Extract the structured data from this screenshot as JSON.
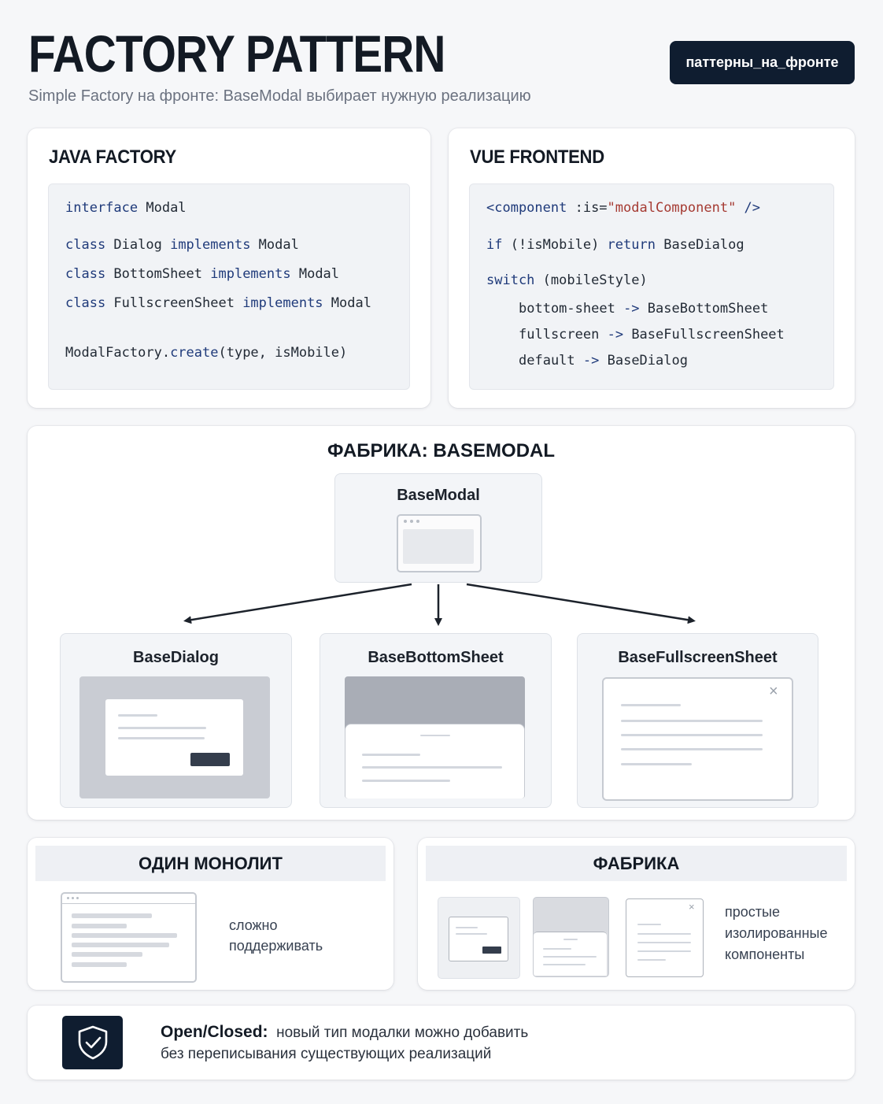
{
  "header": {
    "title": "FACTORY PATTERN",
    "subtitle": "Simple Factory на фронте: BaseModal выбирает нужную реализацию",
    "tag": "паттерны_на_фронте"
  },
  "java": {
    "heading": "JAVA FACTORY",
    "lines": [
      [
        {
          "t": "interface",
          "k": "kw"
        },
        {
          "t": " Modal"
        }
      ],
      [
        {
          "t": "class",
          "k": "kw"
        },
        {
          "t": " Dialog "
        },
        {
          "t": "implements",
          "k": "kw"
        },
        {
          "t": " Modal"
        }
      ],
      [
        {
          "t": "class",
          "k": "kw"
        },
        {
          "t": " BottomSheet "
        },
        {
          "t": "implements",
          "k": "kw"
        },
        {
          "t": " Modal"
        }
      ],
      [
        {
          "t": "class",
          "k": "kw"
        },
        {
          "t": " FullscreenSheet "
        },
        {
          "t": "implements",
          "k": "kw"
        },
        {
          "t": " Modal"
        }
      ],
      [
        {
          "t": "ModalFactory."
        },
        {
          "t": "create",
          "k": "kw"
        },
        {
          "t": "(type, isMobile)"
        }
      ]
    ]
  },
  "vue": {
    "heading": "VUE FRONTEND",
    "lines": [
      [
        {
          "t": "<component",
          "k": "kw"
        },
        {
          "t": " :is="
        },
        {
          "t": "\"modalComponent\"",
          "k": "str"
        },
        {
          "t": " />",
          "k": "kw"
        }
      ],
      [
        {
          "t": "if",
          "k": "kw"
        },
        {
          "t": " (!isMobile) "
        },
        {
          "t": "return",
          "k": "kw"
        },
        {
          "t": " BaseDialog"
        }
      ],
      [
        {
          "t": "switch",
          "k": "kw"
        },
        {
          "t": " (mobileStyle)"
        }
      ],
      [
        {
          "t": "bottom-sheet "
        },
        {
          "t": "->",
          "k": "kw"
        },
        {
          "t": " BaseBottomSheet"
        }
      ],
      [
        {
          "t": "fullscreen "
        },
        {
          "t": "->",
          "k": "kw"
        },
        {
          "t": " BaseFullscreenSheet"
        }
      ],
      [
        {
          "t": "default "
        },
        {
          "t": "->",
          "k": "kw"
        },
        {
          "t": " BaseDialog"
        }
      ]
    ]
  },
  "factory": {
    "heading": "ФАБРИКА: BASEMODAL",
    "root": "BaseModal",
    "children": [
      "BaseDialog",
      "BaseBottomSheet",
      "BaseFullscreenSheet"
    ]
  },
  "compare": {
    "monolith": {
      "heading": "ОДИН МОНОЛИТ",
      "text_line1": "сложно",
      "text_line2": "поддерживать"
    },
    "factory": {
      "heading": "ФАБРИКА",
      "text_line1": "простые",
      "text_line2": "изолированные",
      "text_line3": "компоненты"
    }
  },
  "principle": {
    "bold": "Open/Closed:",
    "line1": "новый тип модалки можно добавить",
    "line2": "без переписывания существующих реализаций"
  },
  "colors": {
    "dark": "#0f1d30",
    "keyword": "#1f3a7a",
    "string": "#a53a32"
  },
  "icons": [
    "shield-check-icon",
    "close-icon"
  ]
}
